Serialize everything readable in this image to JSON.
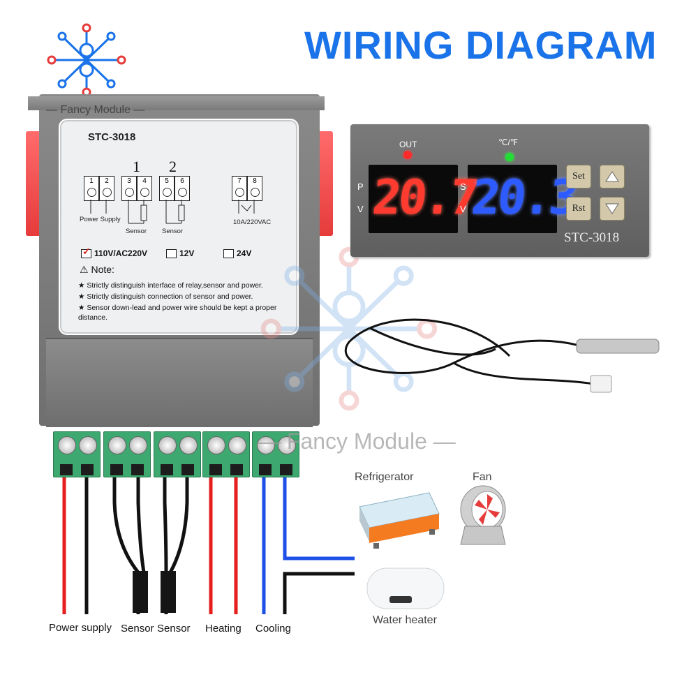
{
  "title": "WIRING DIAGRAM",
  "brand_watermark": "— Fancy Module —",
  "controller": {
    "model": "STC-3018",
    "group_numbers": [
      "1",
      "2"
    ],
    "terminals": [
      "1",
      "2",
      "3",
      "4",
      "5",
      "6",
      "7",
      "8"
    ],
    "power_supply_label": "Power Supply",
    "sensor_label": "Sensor",
    "relay_label": "10A/220VAC",
    "voltage_options": [
      {
        "label": "110V/AC220V",
        "checked": true
      },
      {
        "label": "12V",
        "checked": false
      },
      {
        "label": "24V",
        "checked": false
      }
    ],
    "note_title": "Note:",
    "notes": [
      "★ Strictly distinguish interface of relay,sensor and power.",
      "★ Strictly distinguish connection of sensor and power.",
      "★ Sensor down-lead and power wire should be kept a proper distance."
    ]
  },
  "display": {
    "out_label": "OUT",
    "unit_label": "℃/℉",
    "reading_1": "20.7",
    "reading_2": "20.3",
    "left_letters": [
      "P",
      "V"
    ],
    "right_letters": [
      "S",
      "V"
    ],
    "buttons": {
      "set": "Set",
      "rst": "Rst"
    },
    "model": "STC-3018",
    "colors": {
      "reading_1": "#ff3b30",
      "reading_2": "#2e5bff",
      "out_led": "#ff2a2a",
      "unit_led": "#22dd33"
    }
  },
  "wire_captions": {
    "power": "Power supply",
    "sensor_1": "Sensor",
    "sensor_2": "Sensor",
    "heating": "Heating",
    "cooling": "Cooling"
  },
  "devices": {
    "refrigerator": "Refrigerator",
    "fan": "Fan",
    "water_heater": "Water heater"
  },
  "colors": {
    "title": "#1a73e8",
    "terminal_block": "#3da86f",
    "wire_red": "#e61e1e",
    "wire_black": "#111111",
    "wire_blue": "#1e4fe6"
  }
}
